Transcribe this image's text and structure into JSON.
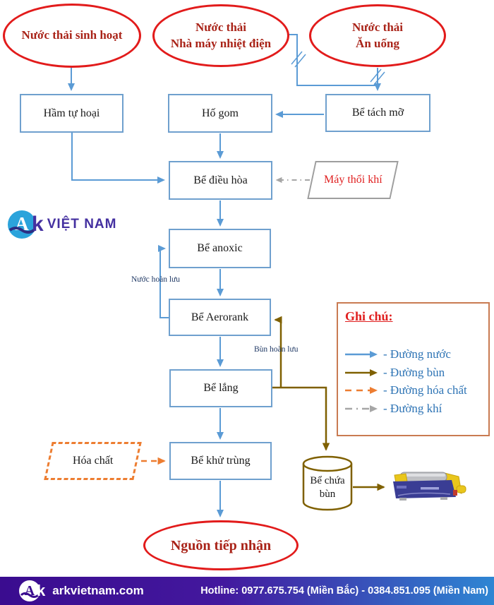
{
  "colors": {
    "flow_water": "#5B9BD5",
    "flow_sludge": "#7F6000",
    "flow_chemical": "#ED7D31",
    "flow_air": "#A6A6A6",
    "source_border": "#E21B1B",
    "source_text": "#A92318",
    "box_border": "#6FA0CE",
    "legend_border": "#C97B52",
    "legend_text": "#2E74B5",
    "legend_title": "#E02020",
    "footer_left": "#3A0C8F",
    "footer_right": "#2E86D3"
  },
  "logo": {
    "circle_letters": "A",
    "k_letter": "k",
    "suffix": "VIỆT NAM"
  },
  "sources": {
    "domestic": "Nước thải sinh hoạt",
    "power_plant": "Nước thải\nNhà máy nhiệt  điện",
    "catering": "Nước thải\nĂn uống"
  },
  "nodes": {
    "septic": "Hầm tự hoại",
    "collection": "Hố gom",
    "grease": "Bể tách mỡ",
    "equalization": "Bể điều hòa",
    "anoxic": "Bể anoxic",
    "aerotank": "Bể Aerorank",
    "settling": "Bể lắng",
    "disinfection": "Bể khử trùng",
    "blower": "Máy thổi khí",
    "chemical": "Hóa chất",
    "sludge_tank": "Bể chứa\nbùn",
    "receiving": "Nguồn tiếp nhận"
  },
  "flow_labels": {
    "water_recirculation": "Nước hoàn lưu",
    "sludge_recirculation": "Bùn hoàn lưu"
  },
  "legend": {
    "title": "Ghi chú:",
    "items": [
      {
        "label": "- Đường nước",
        "line": "water"
      },
      {
        "label": "- Đường bùn",
        "line": "sludge"
      },
      {
        "label": "- Đường hóa chất",
        "line": "chemical"
      },
      {
        "label": "- Đường khí",
        "line": "air"
      }
    ]
  },
  "footer": {
    "website": "arkvietnam.com",
    "hotline": "Hotline: 0977.675.754 (Miền Bắc) - 0384.851.095 (Miền Nam)"
  }
}
